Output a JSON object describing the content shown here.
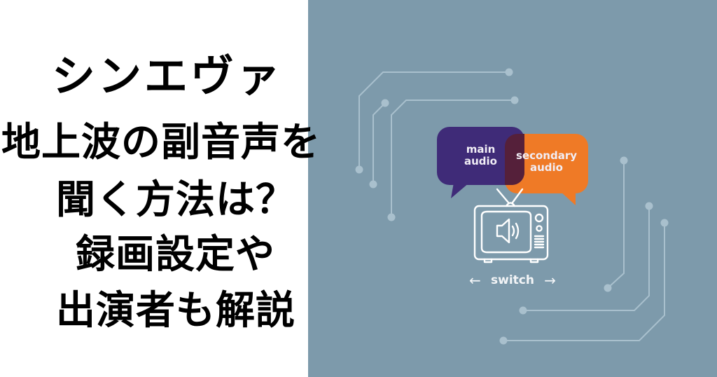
{
  "title": {
    "lines": [
      "シンエヴァ",
      "地上波の副音声を",
      "聞く方法は？",
      "録画設定や",
      "出演者も解説"
    ]
  },
  "illustration": {
    "bubble_main": {
      "line1": "main",
      "line2": "audio",
      "color": "#3f2b78"
    },
    "bubble_secondary": {
      "line1": "secondary",
      "line2": "audio",
      "color": "#ef7a26"
    },
    "tv_icon": "tv-with-speaker-icon",
    "switch": {
      "left_arrow": "←",
      "label": "switch",
      "right_arrow": "→"
    }
  },
  "colors": {
    "left_background": "#ffffff",
    "right_background": "#7d9aab",
    "title_text": "#000000",
    "circuit_lines": "#a9c0cd",
    "icon_stroke": "#ffffff"
  }
}
